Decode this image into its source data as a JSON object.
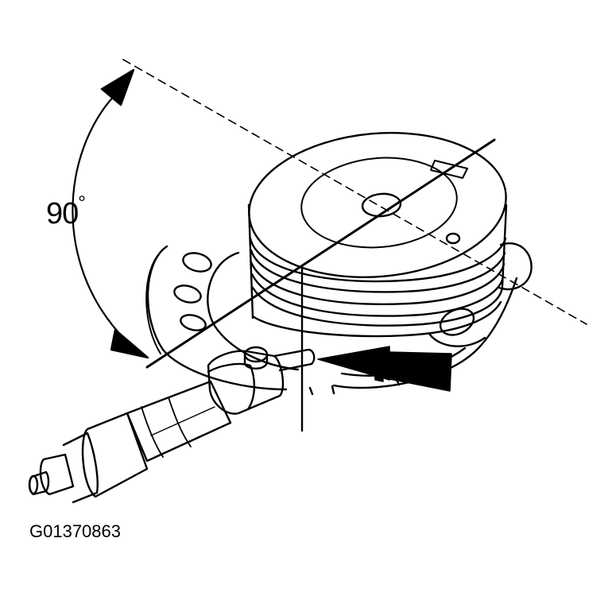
{
  "diagram": {
    "angle_label": "90",
    "degree_symbol": "°",
    "figure_code": "G01370863",
    "colors": {
      "ink": "#000000",
      "paper": "#ffffff"
    },
    "icons": [
      "piston-drawing",
      "micrometer-drawing",
      "direction-arrow-icon",
      "angle-arc-arrow-icon"
    ]
  }
}
